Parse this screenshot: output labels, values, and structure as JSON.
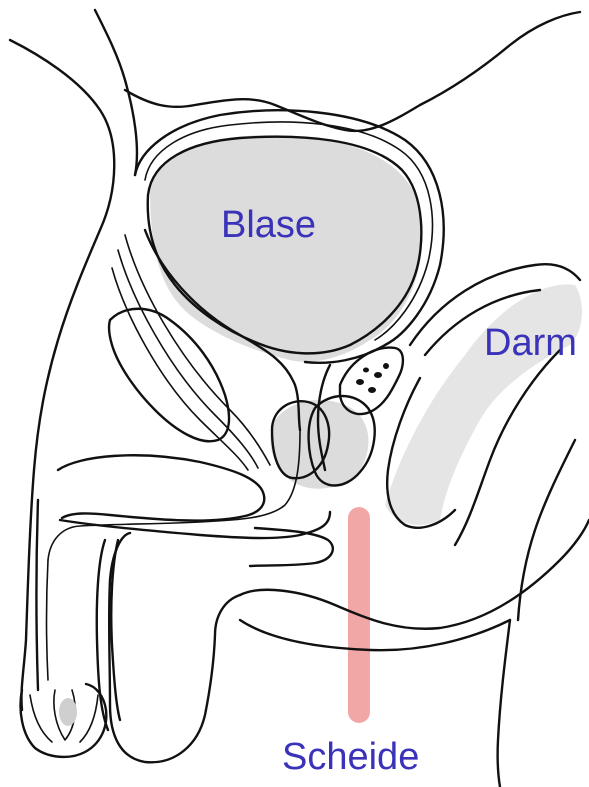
{
  "labels": {
    "bladder": "Blase",
    "bowel": "Darm",
    "vagina": "Scheide"
  },
  "colors": {
    "label_text": "#3a32b8",
    "outline": "#111111",
    "organ_shading": "#dcdcdc",
    "vagina_highlight": "#f2a7a7",
    "background": "#ffffff"
  }
}
